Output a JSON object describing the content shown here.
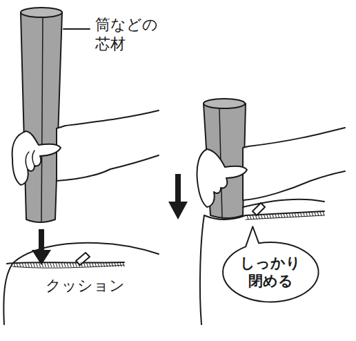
{
  "diagram": {
    "nodes": [
      {
        "text": [
          "しっかり 閉める"
        ]
      }
    ],
    "labels": [
      "筒などの 芯材",
      "クッション"
    ]
  }
}
